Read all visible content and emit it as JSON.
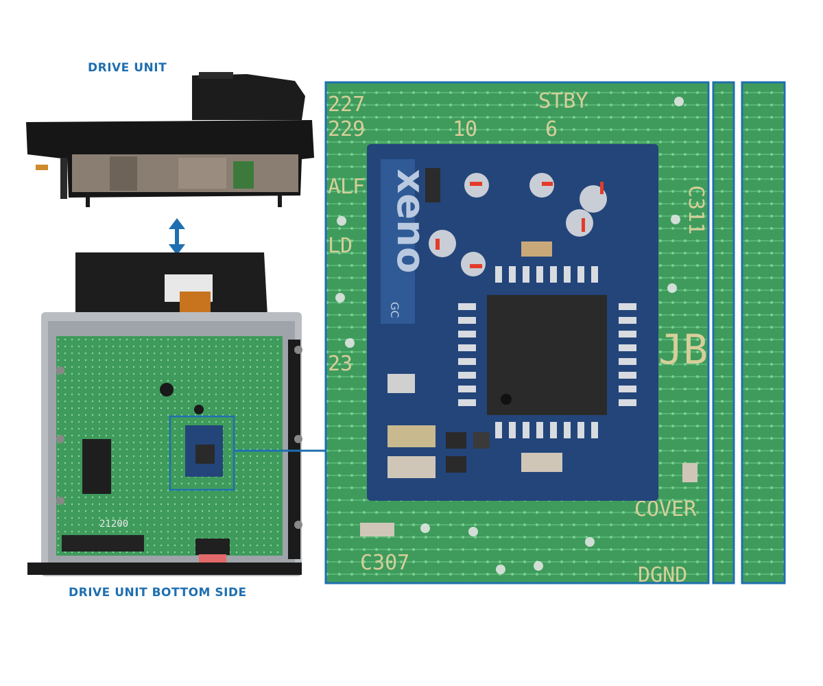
{
  "labels": {
    "drive_unit": "DRIVE UNIT",
    "drive_unit_bottom": "DRIVE UNIT BOTTOM SIDE"
  },
  "chip": {
    "brand": "xeno",
    "model": "GC"
  },
  "board_silkscreen": {
    "top_left_1": "227",
    "top_left_2": "229",
    "stby": "STBY",
    "num_10": "10",
    "num_6": "6",
    "alf": "ALF",
    "ld": "LD",
    "num_23": "23",
    "c311": "C311",
    "jb": "JB",
    "cover": "COVER",
    "c307": "C307",
    "dgnd": "DGND",
    "small_board_code": "21200"
  },
  "colors": {
    "accent_blue": "#1f6fb0",
    "pcb_green": "#3e9a5a",
    "chip_board_blue": "#23457a",
    "ic_black": "#2a2a2a"
  }
}
